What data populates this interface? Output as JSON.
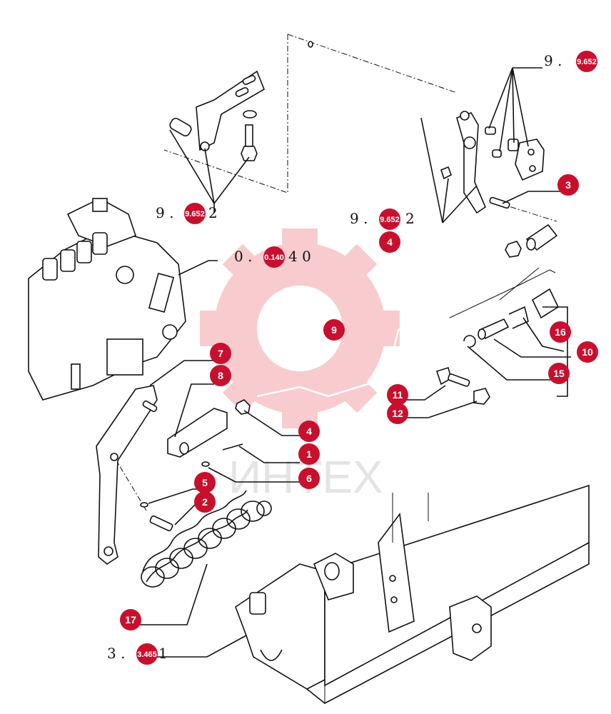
{
  "watermark": {
    "text": "ИНТЕХ",
    "color": "#e31e24"
  },
  "colors": {
    "badge": "#c8102e",
    "line": "#111111"
  },
  "refs": [
    {
      "id": "ref-top-right",
      "text": "9 . ",
      "code": "9.652",
      "suffix": ""
    },
    {
      "id": "ref-bracket-left",
      "text": "9 . ",
      "code": "9.652",
      "suffix": " 2"
    },
    {
      "id": "ref-rod-center",
      "text": "9 . ",
      "code": "9.652",
      "suffix": " 2"
    },
    {
      "id": "ref-pump",
      "text": "0 . ",
      "code": "0.140",
      "suffix": "4 0"
    },
    {
      "id": "ref-frame",
      "text": "3 . ",
      "code": "3.465",
      "suffix": " 1"
    }
  ],
  "callouts": [
    {
      "label": "1"
    },
    {
      "label": "2"
    },
    {
      "label": "3"
    },
    {
      "label": "4"
    },
    {
      "label": "4"
    },
    {
      "label": "5"
    },
    {
      "label": "6"
    },
    {
      "label": "7"
    },
    {
      "label": "8"
    },
    {
      "label": "9"
    },
    {
      "label": "10"
    },
    {
      "label": "11"
    },
    {
      "label": "12"
    },
    {
      "label": "15"
    },
    {
      "label": "16"
    },
    {
      "label": "17"
    }
  ]
}
